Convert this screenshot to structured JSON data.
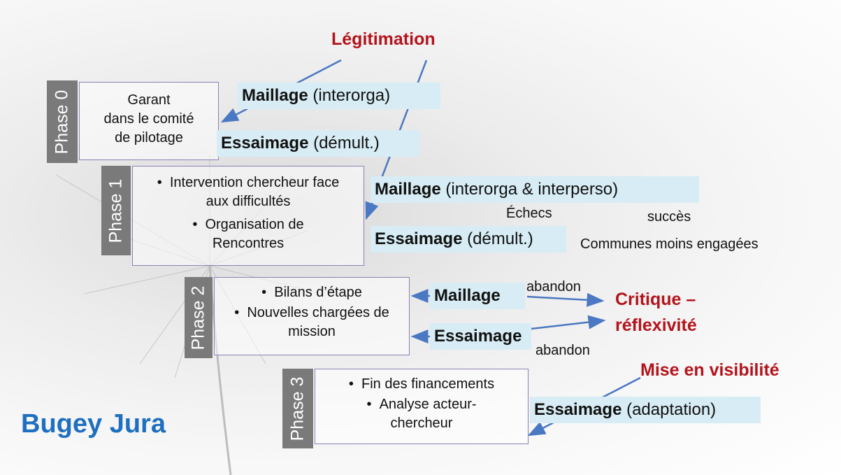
{
  "title": "Bugey Jura",
  "colors": {
    "accent_red": "#b3141c",
    "title_blue": "#1f6fc0",
    "highlight": "#d7ecf4",
    "phase_gray": "#7a7a7a",
    "box_border": "#8f7fb3",
    "arrow": "#4a78c2"
  },
  "phases": [
    {
      "label": "Phase 0",
      "lines": [
        "Garant",
        "dans le comité",
        "de pilotage"
      ]
    },
    {
      "label": "Phase 1",
      "bullets": [
        "Intervention  chercheur face aux difficultés",
        "Organisation de Rencontres"
      ]
    },
    {
      "label": "Phase 2",
      "bullets": [
        "Bilans d’étape",
        "Nouvelles chargées de mission"
      ]
    },
    {
      "label": "Phase 3",
      "bullets": [
        "Fin des financements",
        "Analyse acteur-chercheur"
      ]
    }
  ],
  "mechanisms": {
    "p0_maillage": {
      "bold": "Maillage",
      "rest": " (interorga)"
    },
    "p0_essaimage": {
      "bold": "Essaimage",
      "rest": " (démult.)"
    },
    "p1_maillage": {
      "bold": "Maillage",
      "rest": " (interorga & interperso)"
    },
    "p1_essaimage": {
      "bold": "Essaimage",
      "rest": " (démult.)"
    },
    "p2_maillage": {
      "bold": "Maillage",
      "rest": ""
    },
    "p2_essaimage": {
      "bold": "Essaimage",
      "rest": ""
    },
    "p3_essaimage": {
      "bold": "Essaimage",
      "rest": " (adaptation)"
    }
  },
  "outcomes": {
    "legitimation": "Légitimation",
    "critique_line1": "Critique –",
    "critique_line2": "réflexivité",
    "visibilite": "Mise en visibilité"
  },
  "notes": {
    "echecs": "Échecs",
    "succes": "succès",
    "communes": "Communes moins engagées",
    "abandon_top": "abandon",
    "abandon_bottom": "abandon"
  }
}
